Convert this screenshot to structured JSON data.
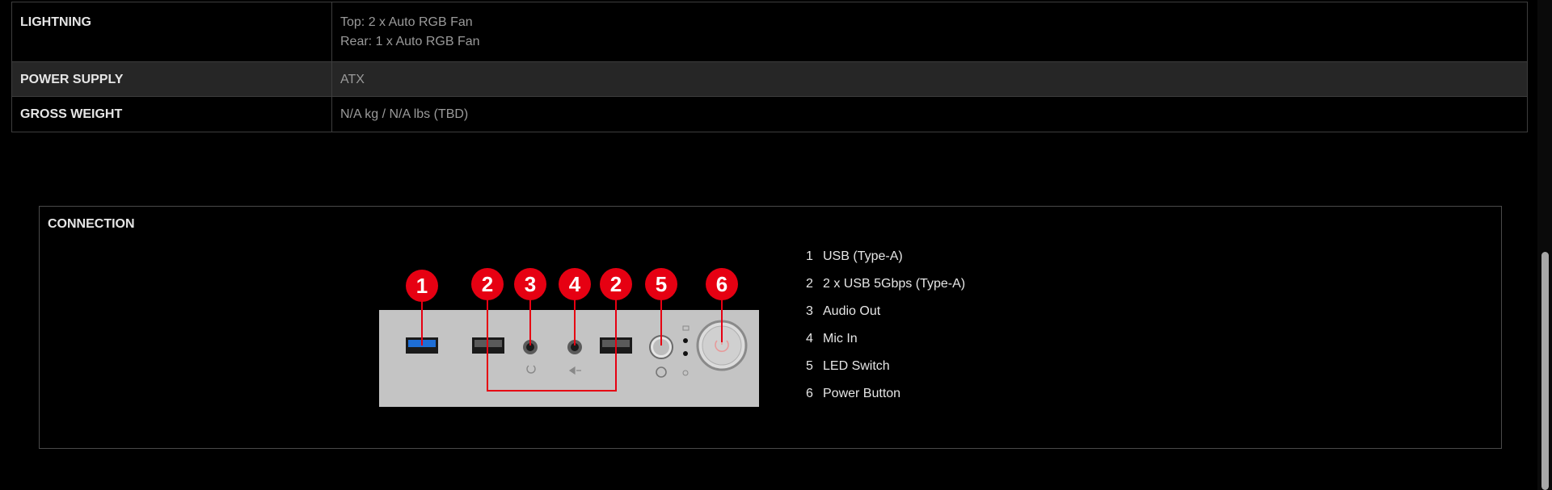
{
  "specs": [
    {
      "key": "LIGHTNING",
      "lines": [
        "Top: 2 x Auto RGB Fan",
        "Rear: 1 x Auto RGB Fan"
      ]
    },
    {
      "key": "POWER SUPPLY",
      "lines": [
        "ATX"
      ]
    },
    {
      "key": "GROSS WEIGHT",
      "lines": [
        "N/A kg / N/A lbs (TBD)"
      ]
    }
  ],
  "connection": {
    "title": "CONNECTION",
    "callout_labels": [
      "1",
      "2",
      "3",
      "4",
      "2",
      "5",
      "6"
    ],
    "legend": [
      {
        "num": "1",
        "label": "USB (Type-A)"
      },
      {
        "num": "2",
        "label": "2 x USB 5Gbps (Type-A)"
      },
      {
        "num": "3",
        "label": "Audio Out"
      },
      {
        "num": "4",
        "label": "Mic In"
      },
      {
        "num": "5",
        "label": "LED Switch"
      },
      {
        "num": "6",
        "label": "Power Button"
      }
    ]
  },
  "colors": {
    "callout_red": "#e60012",
    "panel_gray": "#c4c4c4",
    "usb_blue": "#1e6ed6"
  }
}
